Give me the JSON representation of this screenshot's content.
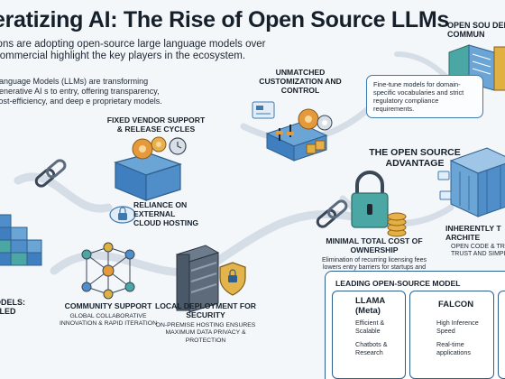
{
  "header": {
    "title": "eratizing AI: The Rise of Open Source LLMs",
    "subtitle": "ions are adopting open-source large language models over commercial highlight the key players in the ecosystem.",
    "intro": "Language Models (LLMs) are transforming generative AI s to entry, offering transparency, cost-efficiency, and deep e proprietary models."
  },
  "center": {
    "title": "THE OPEN SOURCE ADVANTAGE"
  },
  "features": {
    "vendor": {
      "title": "FIXED VENDOR SUPPORT & RELEASE CYCLES"
    },
    "cloud": {
      "title": "RELIANCE ON EXTERNAL CLOUD HOSTING"
    },
    "customization": {
      "title": "UNMATCHED CUSTOMIZATION AND CONTROL",
      "callout": "Fine-tune models for domain-specific vocabularies and strict regulatory compliance requirements."
    },
    "cost": {
      "title": "MINIMAL TOTAL COST OF OWNERSHIP",
      "desc": "Elimination of recurring licensing fees lowers entry barriers for startups and researchers."
    },
    "community": {
      "title": "COMMUNITY SUPPORT",
      "desc": "GLOBAL COLLABORATIVE INNOVATION & RAPID ITERATION"
    },
    "local": {
      "title": "LOCAL DEPLOYMENT FOR SECURITY",
      "desc": "ON-PREMISE HOSTING ENSURES MAXIMUM DATA PRIVACY & PROTECTION"
    },
    "secure": {
      "title": "INHERENTLY T ARCHITE",
      "desc": "OPEN CODE & TRA TRUST AND SIMPLI"
    },
    "open_source": {
      "title": "OPEN SOU DEMOC COMMUN"
    },
    "left_partial": {
      "title": "ODELS: LLED"
    }
  },
  "models": {
    "title": "LEADING OPEN-SOURCE MODEL",
    "llama": {
      "name": "LLAMA (Meta)",
      "feat1": "Efficient & Scalable",
      "feat2": "Chatbots & Research"
    },
    "falcon": {
      "name": "FALCON",
      "feat1": "High Inference Speed",
      "feat2": "Real-time applications"
    }
  },
  "colors": {
    "primary": "#3c7ab0",
    "dark": "#16202b",
    "accent_orange": "#e49a3a",
    "accent_gold": "#e0b040",
    "accent_teal": "#4aa7a3",
    "background": "#f4f7fa"
  }
}
